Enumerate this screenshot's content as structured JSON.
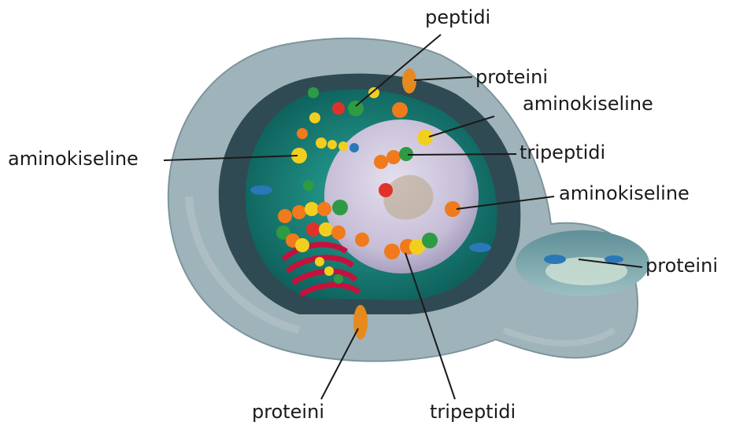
{
  "labels": {
    "peptidi": "peptidi",
    "proteini_top": "proteini",
    "aminokiseline_right_top": "aminokiseline",
    "aminokiseline_left": "aminokiseline",
    "tripeptidi_right": "tripeptidi",
    "aminokiseline_right_mid": "aminokiseline",
    "proteini_right": "proteini",
    "proteini_bottom": "proteini",
    "tripeptidi_bottom": "tripeptidi"
  },
  "colors": {
    "outer_membrane": "#9fb3ba",
    "dark_layer": "#2f4a52",
    "cytoplasm": "#177a72",
    "nucleus": "#c9c2d8",
    "golgi": "#c4123c",
    "amino_yellow": "#f2cf1f",
    "amino_orange": "#f07a1c",
    "amino_green": "#2e9a44",
    "amino_red": "#e0322b",
    "transporter_blue": "#2a78b8",
    "transporter_orange": "#e58a1f"
  }
}
